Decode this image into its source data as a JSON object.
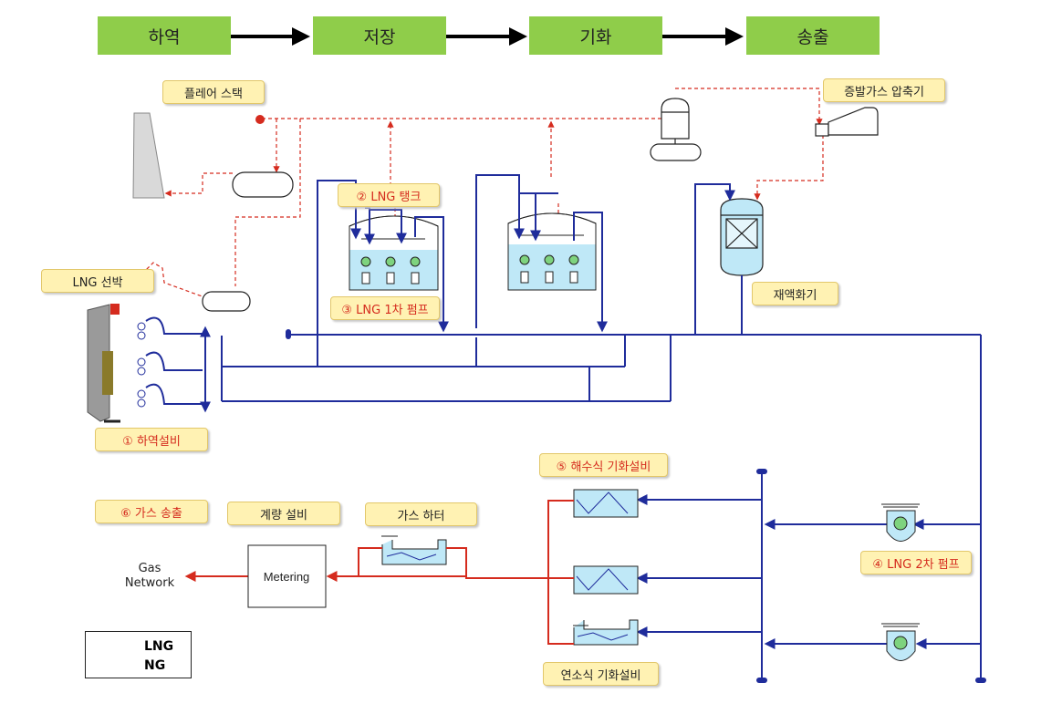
{
  "process_stages": [
    "하역",
    "저장",
    "기화",
    "송출"
  ],
  "labels": {
    "flare_stack": "플레어 스택",
    "lng_tank": "② LNG 탱크",
    "bog_compressor": "증발가스 압축기",
    "lng_carrier": "LNG 선박",
    "primary_pump": "③ LNG 1차 펌프",
    "reliquefier": "재액화기",
    "unloading": "① 하역설비",
    "orv": "⑤ 해수식 기화설비",
    "gas_send_out": "⑥ 가스 송출",
    "metering_facility": "계량 설비",
    "gas_heater": "가스 하터",
    "secondary_pump": "④ LNG 2차 펌프",
    "scv": "연소식 기화설비",
    "metering_box": "Metering",
    "gas_network": "Gas Network"
  },
  "legend": [
    {
      "label": "LNG",
      "color": "#1f2c9b"
    },
    {
      "label": "NG",
      "color": "#d52b1e"
    }
  ],
  "colors": {
    "stage_green": "#8fcd4a",
    "lng_line": "#1f2c9b",
    "ng_line": "#d52b1e",
    "bog_line": "#d52b1e",
    "tank_liquid": "#bfe8f7",
    "label_fill": "#fff2b3",
    "pump_motor": "#7ed37e"
  }
}
